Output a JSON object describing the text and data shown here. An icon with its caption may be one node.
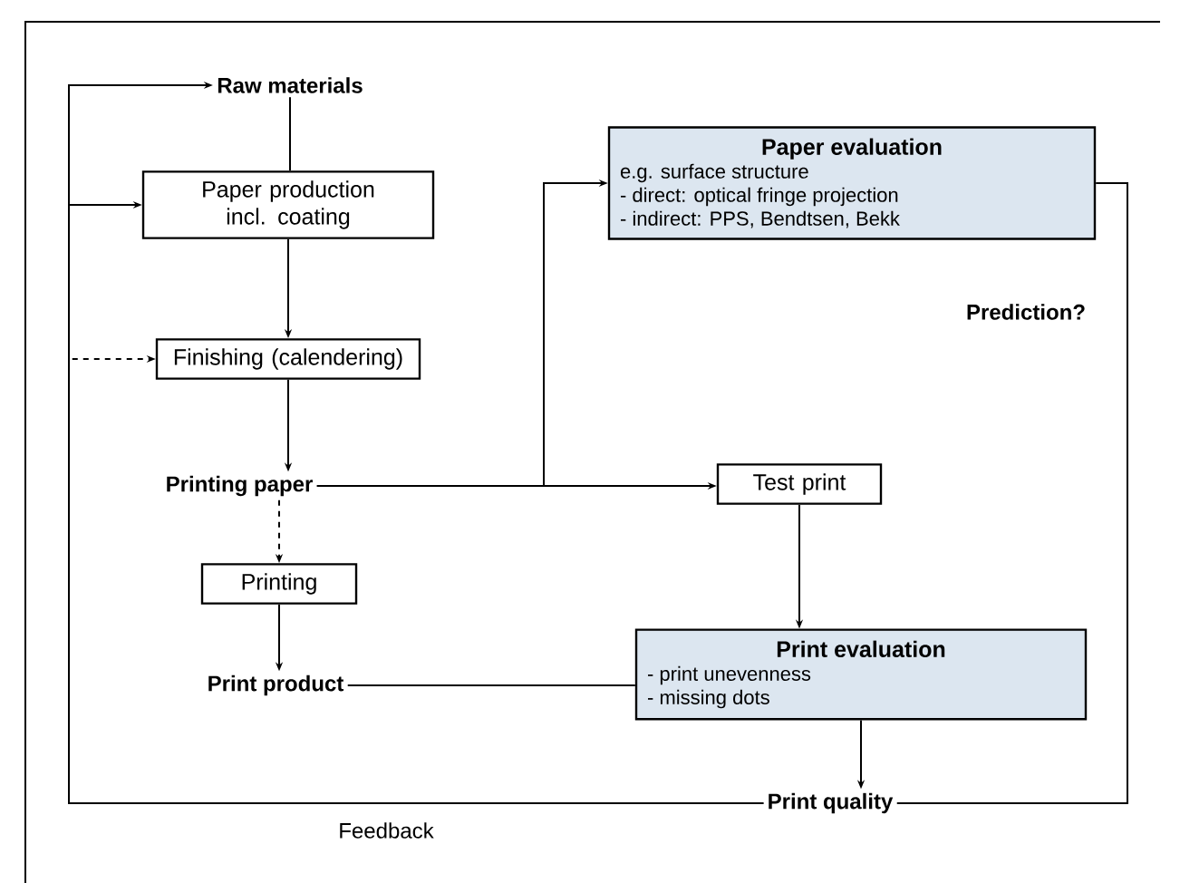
{
  "diagram": {
    "nodes": [
      {
        "text": [
          "Raw materials"
        ]
      },
      {
        "text": [
          "Paper production incl. coating"
        ]
      },
      {
        "text": [
          "Finishing (calendering)"
        ]
      },
      {
        "text": [
          "Printing paper"
        ]
      },
      {
        "text": [
          "Paper evaluation",
          "e.g. surface structure",
          "- direct: optical fringe projection",
          "- indirect: PPS, Bendtsen, Bekk"
        ]
      },
      {
        "text": [
          "Test print"
        ]
      },
      {
        "text": [
          "Printing"
        ]
      },
      {
        "text": [
          "Print product"
        ]
      },
      {
        "text": [
          "Print evaluation",
          "- print unevenness",
          "- missing dots"
        ]
      },
      {
        "text": [
          "Print quality"
        ]
      }
    ],
    "edges": [
      {
        "from": 0,
        "to": 1,
        "arrow": "none"
      },
      {
        "from": 1,
        "to": 2,
        "arrow": "to"
      },
      {
        "from": 2,
        "to": 3,
        "arrow": "to"
      },
      {
        "from": 3,
        "to": 6,
        "arrow": "to",
        "style": "dashed"
      },
      {
        "from": 6,
        "to": 7,
        "arrow": "to"
      },
      {
        "from": 3,
        "to": 5,
        "arrow": "to"
      },
      {
        "from": 3,
        "to": 4,
        "arrow": "to"
      },
      {
        "from": 5,
        "to": 8,
        "arrow": "to"
      },
      {
        "from": 7,
        "to": 8,
        "arrow": "none"
      },
      {
        "from": 8,
        "to": 9,
        "arrow": "to"
      },
      {
        "from": 4,
        "to": 9,
        "arrow": "none",
        "label": "Prediction?"
      },
      {
        "from": 9,
        "to": 0,
        "arrow": "to",
        "label": "Feedback"
      },
      {
        "from": 9,
        "to": 1,
        "arrow": "to"
      },
      {
        "from": 9,
        "to": 2,
        "arrow": "to",
        "style": "dashed"
      }
    ]
  }
}
